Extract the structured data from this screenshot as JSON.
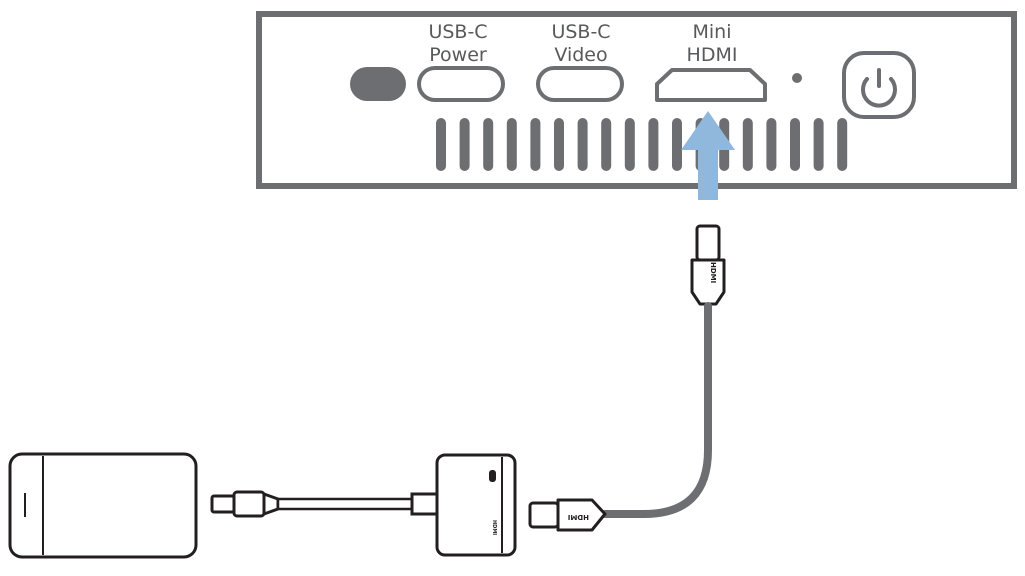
{
  "ports": [
    {
      "line1": "USB-C",
      "line2": "Power"
    },
    {
      "line1": "USB-C",
      "line2": "Video"
    },
    {
      "line1": "Mini",
      "line2": "HDMI"
    }
  ],
  "connector_labels": {
    "vertical_plug": "HDMI",
    "horizontal_plug": "HDMI",
    "adapter_port": "HDMI"
  },
  "colors": {
    "outline": "#6d6e71",
    "dark": "#231f20",
    "cable": "#6d6e71",
    "arrow": "#8fb8dc",
    "fill": "#ffffff"
  },
  "icons": {
    "power": "power-icon",
    "arrow": "insert-arrow-icon"
  }
}
